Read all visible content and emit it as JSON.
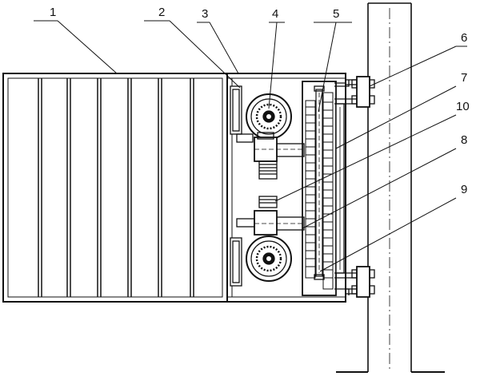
{
  "diagram": {
    "callouts": [
      {
        "label": "1"
      },
      {
        "label": "2"
      },
      {
        "label": "3"
      },
      {
        "label": "4"
      },
      {
        "label": "5"
      },
      {
        "label": "6"
      },
      {
        "label": "7"
      },
      {
        "label": "10"
      },
      {
        "label": "8"
      },
      {
        "label": "9"
      }
    ]
  },
  "colors": {
    "line": "#111111",
    "background": "#ffffff",
    "hatch": "#555555"
  }
}
